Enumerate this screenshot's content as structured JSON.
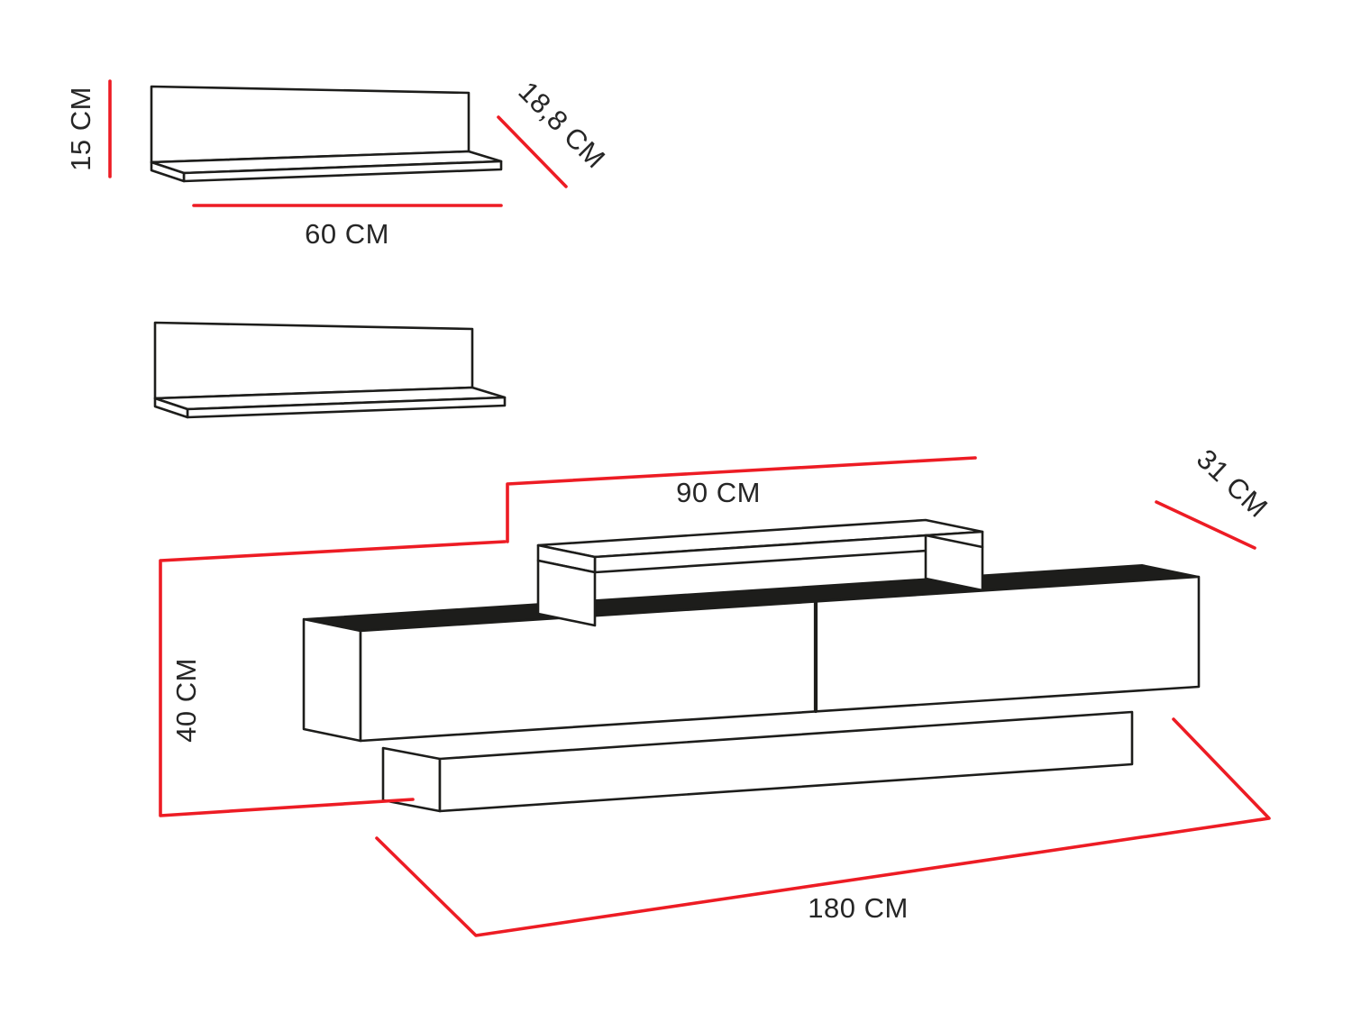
{
  "diagram": {
    "type": "furniture-dimension-drawing",
    "background": "#ffffff",
    "colors": {
      "dimension_line": "#ed1c24",
      "outline": "#1d1d1b",
      "label_text": "#262626"
    },
    "wall_shelf": {
      "height_label": "15 CM",
      "depth_label": "18,8 CM",
      "width_label": "60 CM"
    },
    "tv_stand": {
      "top_shelf_width_label": "90 CM",
      "depth_label": "31 CM",
      "height_label": "40 CM",
      "width_label": "180 CM"
    }
  }
}
